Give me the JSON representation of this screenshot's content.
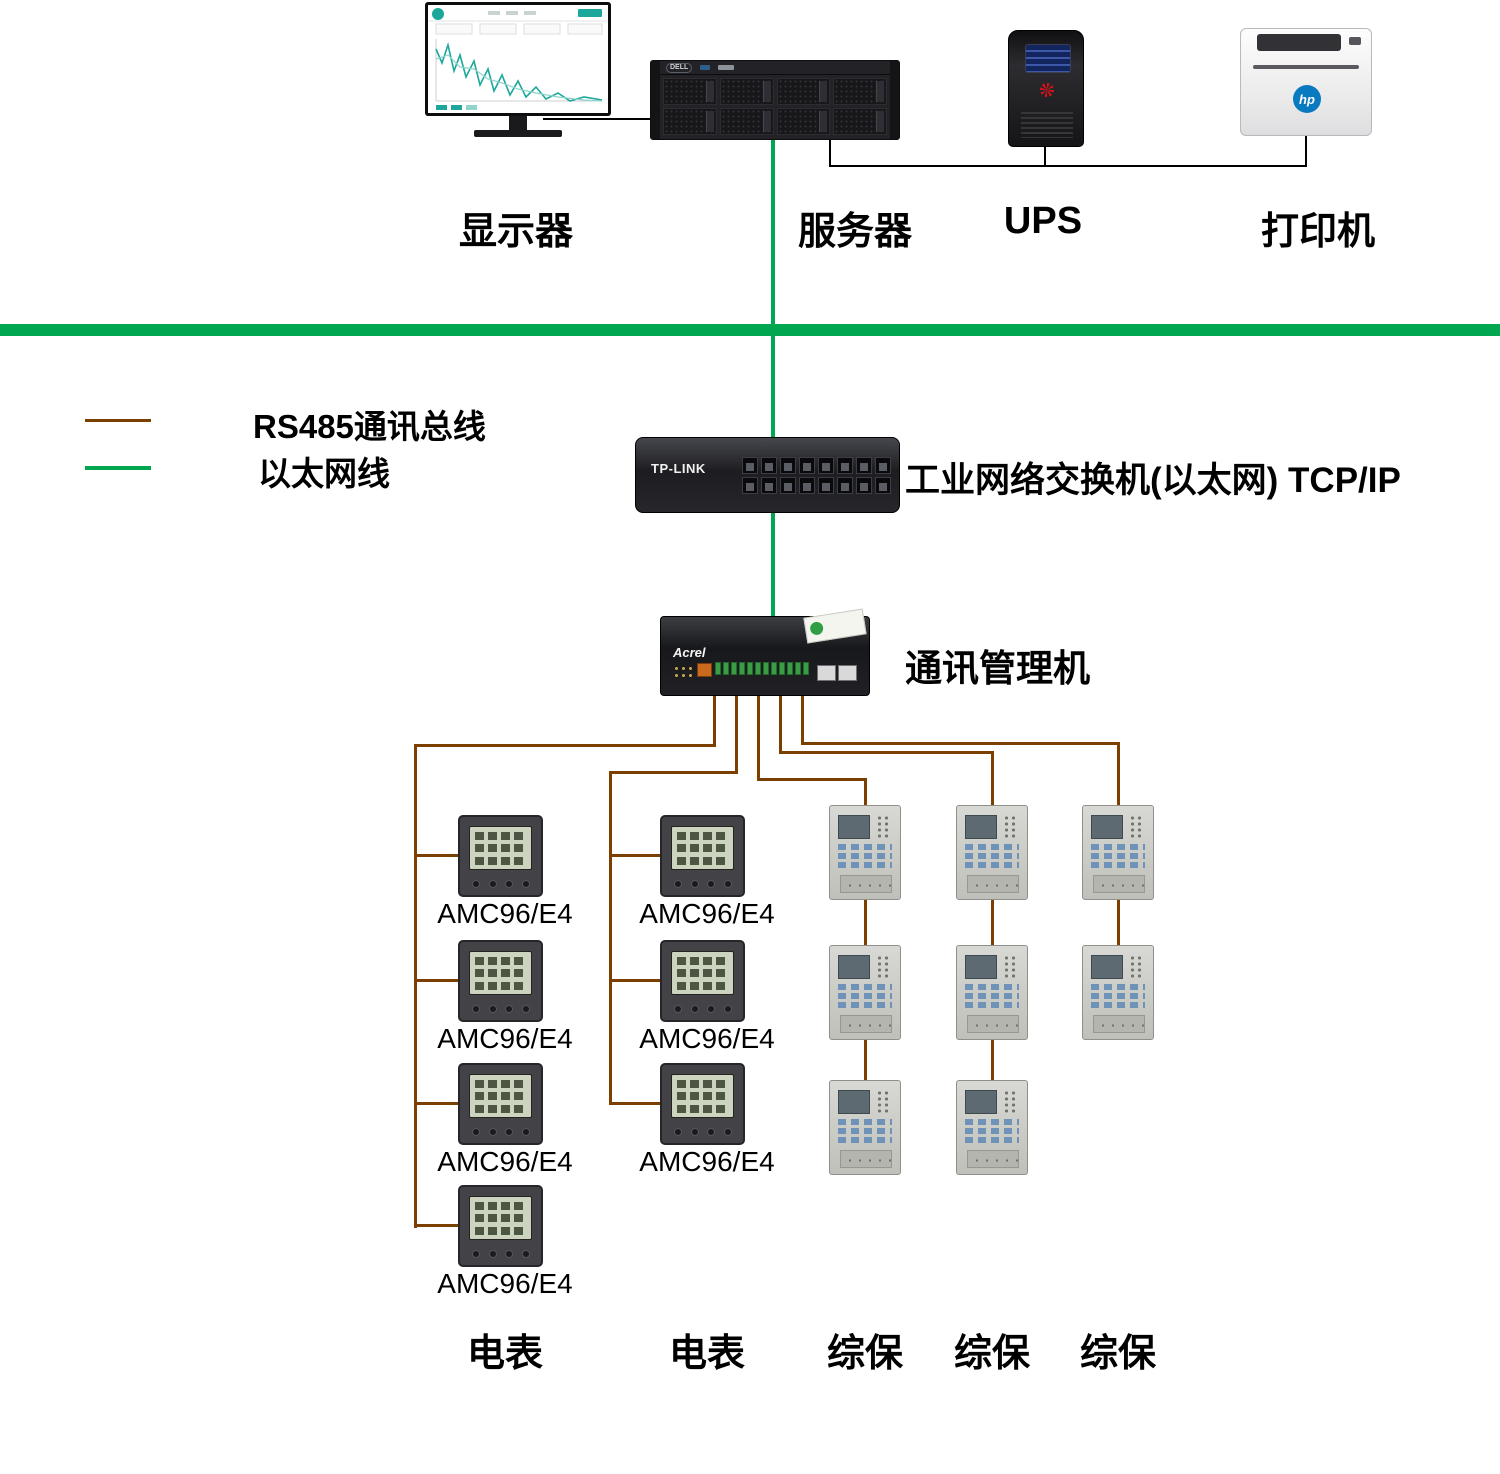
{
  "colors": {
    "ethernet_green": "#00A650",
    "rs485_brown": "#7B3F00",
    "cable_black": "#000000",
    "dashboard_teal": "#1BA89A",
    "hp_blue": "#0A7AC0"
  },
  "legend": {
    "items": [
      {
        "label": "RS485通讯总线",
        "color": "#7B3F00"
      },
      {
        "label": "以太网线",
        "color": "#00A650"
      }
    ]
  },
  "top_devices": {
    "monitor": {
      "label": "显示器"
    },
    "server": {
      "label": "服务器",
      "brand": "DELL"
    },
    "ups": {
      "label": "UPS"
    },
    "printer": {
      "label": "打印机",
      "brand": "hp"
    }
  },
  "network": {
    "switch": {
      "label": "工业网络交换机(以太网) TCP/IP",
      "brand": "TP-LINK"
    },
    "gateway": {
      "label": "通讯管理机",
      "brand": "Acrel"
    }
  },
  "meter_columns": [
    {
      "footer": "电表",
      "meters": [
        {
          "model": "AMC96/E4"
        },
        {
          "model": "AMC96/E4"
        },
        {
          "model": "AMC96/E4"
        },
        {
          "model": "AMC96/E4"
        }
      ]
    },
    {
      "footer": "电表",
      "meters": [
        {
          "model": "AMC96/E4"
        },
        {
          "model": "AMC96/E4"
        },
        {
          "model": "AMC96/E4"
        }
      ]
    }
  ],
  "relay_columns": [
    {
      "footer": "综保",
      "count": 3
    },
    {
      "footer": "综保",
      "count": 3
    },
    {
      "footer": "综保",
      "count": 2
    }
  ]
}
